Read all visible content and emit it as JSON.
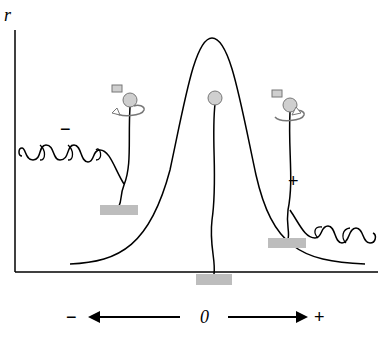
{
  "diagram": {
    "labels": [
      "r",
      "−",
      "+",
      "−",
      "0",
      "+"
    ]
  }
}
